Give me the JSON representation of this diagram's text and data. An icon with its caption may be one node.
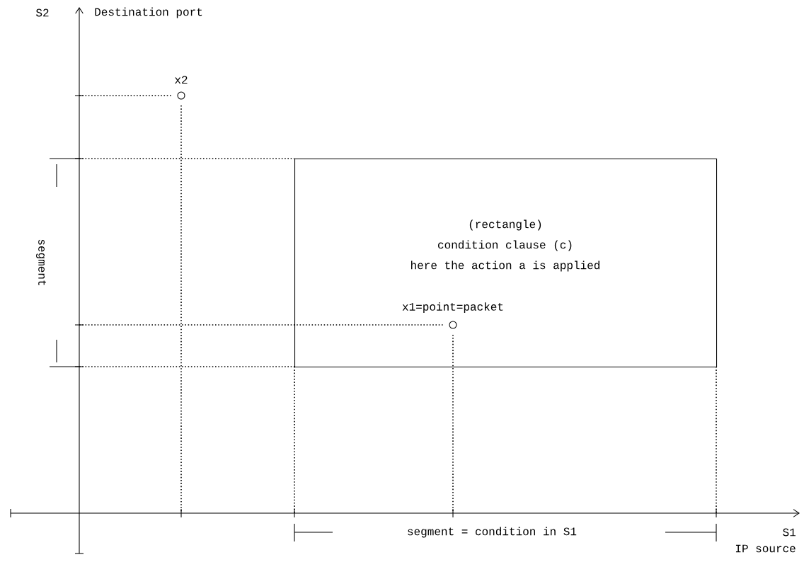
{
  "diagram": {
    "nodes": [
      {
        "text": [
          "(rectangle)",
          "condition clause (c)",
          "here the action a is applied"
        ]
      },
      {
        "text": [],
        "shape": "circle",
        "beside": [
          "x2"
        ]
      },
      {
        "text": [],
        "shape": "circle",
        "beside": [
          "x1=point=packet"
        ],
        "in": 0
      }
    ],
    "labels": [
      "S2",
      "Destination port",
      "segment",
      "segment = condition in S1",
      "S1",
      "IP source"
    ]
  }
}
